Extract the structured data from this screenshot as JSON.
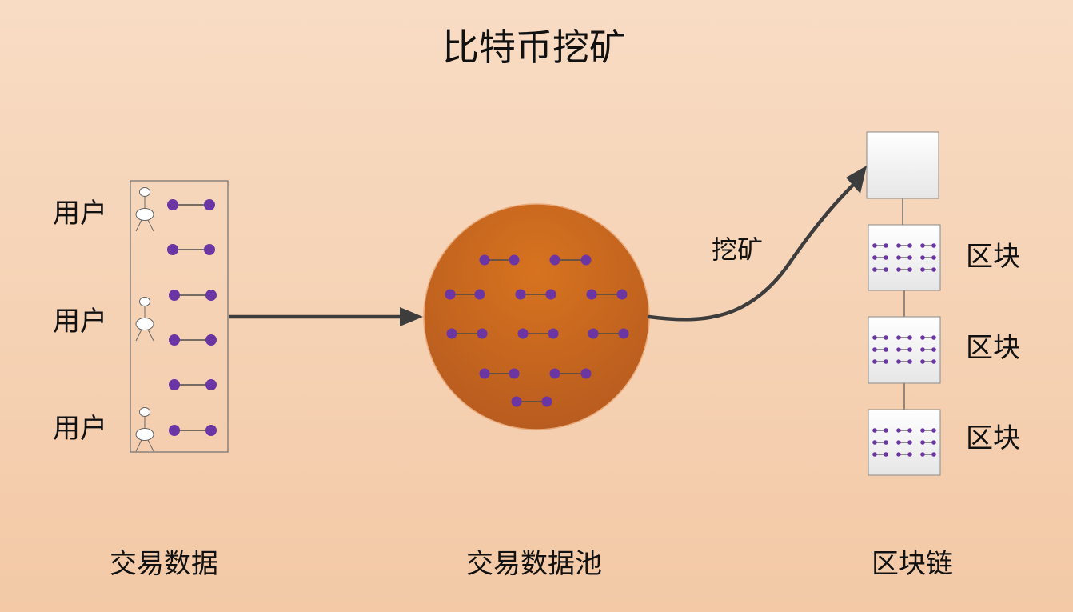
{
  "title": "比特币挖矿",
  "users": [
    {
      "label": "用户"
    },
    {
      "label": "用户"
    },
    {
      "label": "用户"
    }
  ],
  "blocks": [
    {
      "label": "区块"
    },
    {
      "label": "区块"
    },
    {
      "label": "区块"
    }
  ],
  "mining_label": "挖矿",
  "bottom_labels": {
    "transactions": "交易数据",
    "pool": "交易数据池",
    "blockchain": "区块链"
  },
  "colors": {
    "background_top": "#f8dcc4",
    "background_bottom": "#f3c9a6",
    "pool_fill": "#c8621e",
    "transaction_dot": "#6b35a3",
    "arrow": "#3d3d3d",
    "mining_label": "#e60000"
  }
}
